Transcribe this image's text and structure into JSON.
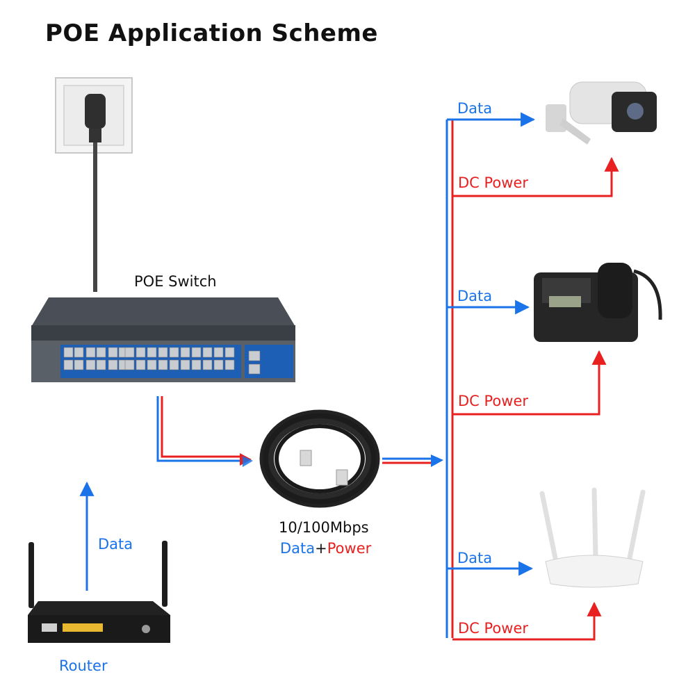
{
  "title": "POE Application Scheme",
  "devices": {
    "switch_label": "POE Switch",
    "router_label": "Router",
    "cable_speed": "10/100Mbps",
    "cable_data": "Data",
    "cable_plus": "+",
    "cable_power": "Power",
    "router_data": "Data"
  },
  "branches": [
    {
      "device": "camera",
      "data_label": "Data",
      "power_label": "DC Power"
    },
    {
      "device": "ip-phone",
      "data_label": "Data",
      "power_label": "DC Power"
    },
    {
      "device": "wireless-ap",
      "data_label": "Data",
      "power_label": "DC Power"
    }
  ],
  "colors": {
    "data": "#1a73e8",
    "power": "#e82020"
  }
}
